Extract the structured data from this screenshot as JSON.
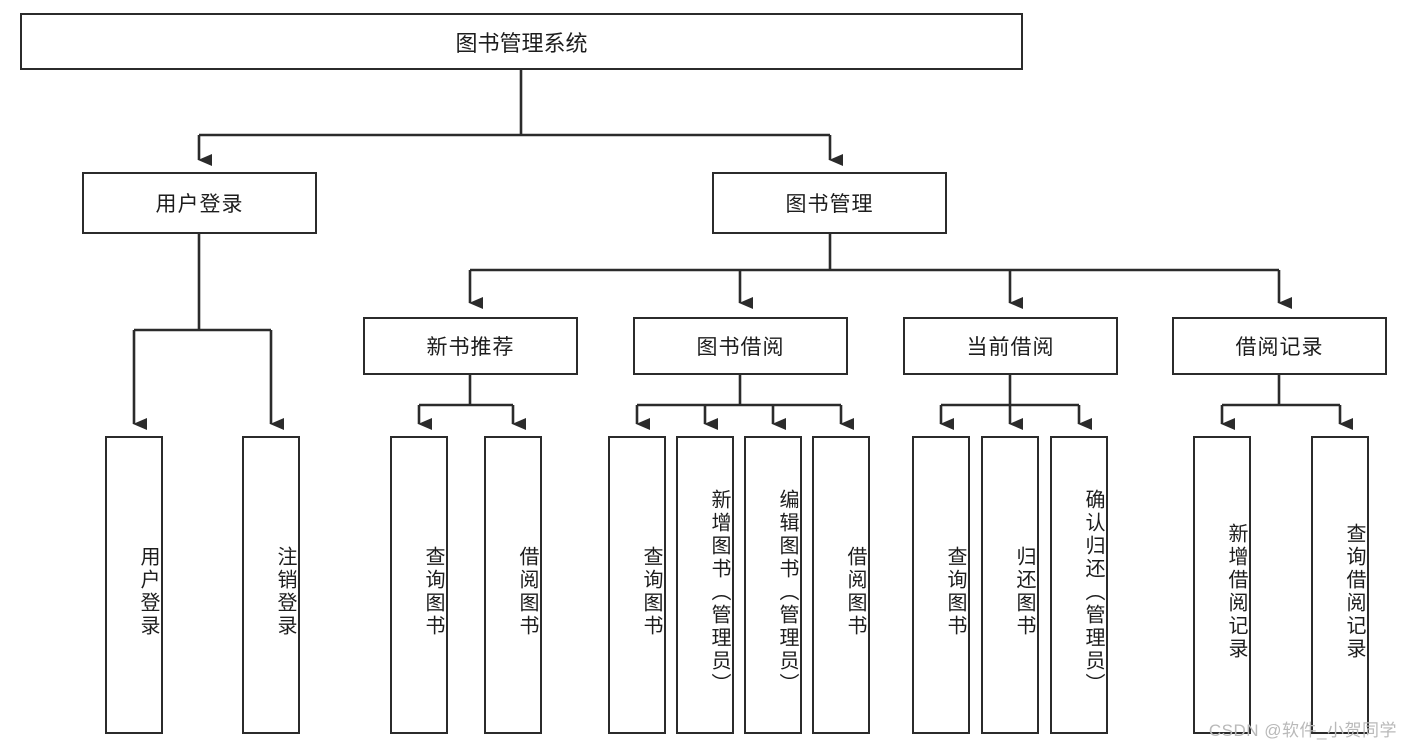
{
  "diagram": {
    "type": "tree-hierarchy",
    "title": "图书管理系统",
    "watermark": "CSDN @软件_小贺同学",
    "colors": {
      "border": "#2b2b2b",
      "background": "#ffffff",
      "text": "#1d1d1d",
      "watermark": "#b9b9b9"
    },
    "levels": {
      "root": {
        "label": "图书管理系统"
      },
      "level2": [
        {
          "label": "用户登录"
        },
        {
          "label": "图书管理"
        }
      ],
      "level3": [
        {
          "label": "新书推荐"
        },
        {
          "label": "图书借阅"
        },
        {
          "label": "当前借阅"
        },
        {
          "label": "借阅记录"
        }
      ],
      "leaves": [
        {
          "label": "用户登录",
          "parent": "用户登录"
        },
        {
          "label": "注销登录",
          "parent": "用户登录"
        },
        {
          "label": "查询图书",
          "parent": "新书推荐"
        },
        {
          "label": "借阅图书",
          "parent": "新书推荐"
        },
        {
          "label": "查询图书",
          "parent": "图书借阅"
        },
        {
          "label": "新增图书（管理员）",
          "parent": "图书借阅"
        },
        {
          "label": "编辑图书（管理员）",
          "parent": "图书借阅"
        },
        {
          "label": "借阅图书",
          "parent": "图书借阅"
        },
        {
          "label": "查询图书",
          "parent": "当前借阅"
        },
        {
          "label": "归还图书",
          "parent": "当前借阅"
        },
        {
          "label": "确认归还（管理员）",
          "parent": "当前借阅"
        },
        {
          "label": "新增借阅记录",
          "parent": "借阅记录"
        },
        {
          "label": "查询借阅记录",
          "parent": "借阅记录"
        }
      ]
    }
  }
}
